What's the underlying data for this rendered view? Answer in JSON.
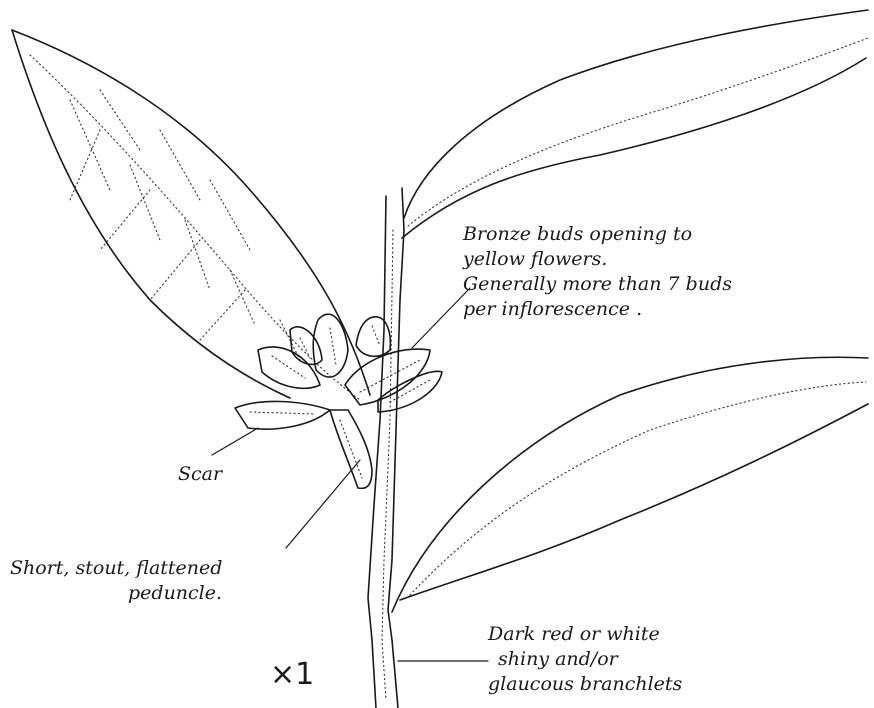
{
  "annotations": {
    "buds": {
      "line1": "Bronze buds opening to",
      "line2": "yellow flowers.",
      "line3": "Generally more than 7 buds",
      "line4": "per inflorescence ."
    },
    "scar": "Scar",
    "peduncle": {
      "line1": "Short, stout, flattened",
      "line2": "peduncle."
    },
    "branchlets": {
      "line1": "Dark red or white",
      "line2": "shiny and/or",
      "line3": "glaucous branchlets"
    },
    "scale": "×1"
  }
}
